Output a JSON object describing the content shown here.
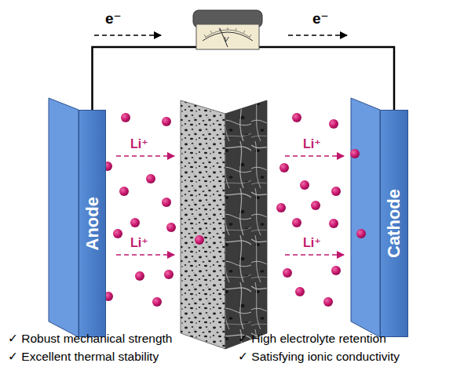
{
  "diagram": {
    "nodes": [
      {
        "text": [
          "Anode"
        ]
      },
      {
        "text": [
          "Cathode"
        ]
      }
    ],
    "edges": [
      {
        "from": 0,
        "to": 1,
        "arrow": "none"
      }
    ],
    "labels": [
      "e⁻",
      "e⁻",
      "V",
      "Li⁺",
      "Li⁺",
      "Li⁺",
      "Li⁺",
      "✓ Robust mechanical strength",
      "✓ High electrolyte retention",
      "✓ Excellent thermal stability",
      "✓ Satisfying ionic conductivity"
    ]
  }
}
